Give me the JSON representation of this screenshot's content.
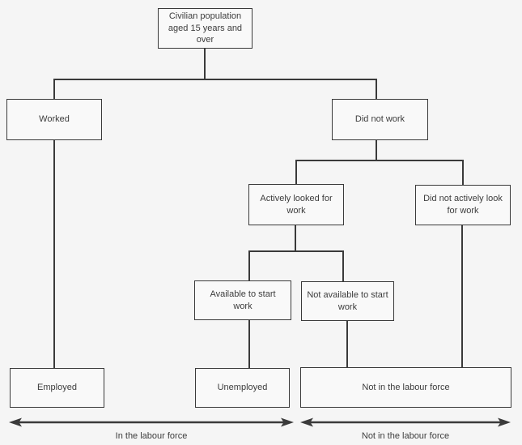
{
  "diagram": {
    "type": "flowchart",
    "topic": "Labour force framework",
    "nodes": {
      "root": {
        "label": "Civilian population aged 15 years and over"
      },
      "worked": {
        "label": "Worked"
      },
      "did_not_work": {
        "label": "Did not work"
      },
      "actively_looked": {
        "label": "Actively looked for work"
      },
      "did_not_actively": {
        "label": "Did not actively look for work"
      },
      "available": {
        "label": "Available to start work"
      },
      "not_available": {
        "label": "Not available to start work"
      },
      "employed": {
        "label": "Employed"
      },
      "unemployed": {
        "label": "Unemployed"
      },
      "not_in_labour_force": {
        "label": "Not in the labour force"
      }
    },
    "edges": [
      {
        "from": "root",
        "to": "worked"
      },
      {
        "from": "root",
        "to": "did_not_work"
      },
      {
        "from": "did_not_work",
        "to": "actively_looked"
      },
      {
        "from": "did_not_work",
        "to": "did_not_actively"
      },
      {
        "from": "actively_looked",
        "to": "available"
      },
      {
        "from": "actively_looked",
        "to": "not_available"
      },
      {
        "from": "worked",
        "to": "employed"
      },
      {
        "from": "available",
        "to": "unemployed"
      },
      {
        "from": "not_available",
        "to": "not_in_labour_force"
      },
      {
        "from": "did_not_actively",
        "to": "not_in_labour_force"
      }
    ],
    "footer": {
      "left_arrow_label": "In the labour force",
      "right_arrow_label": "Not in the labour force"
    },
    "colors": {
      "background": "#f5f5f5",
      "box_fill": "#f9f9f9",
      "line": "#3a3a3a",
      "text": "#3c3c3c"
    }
  }
}
